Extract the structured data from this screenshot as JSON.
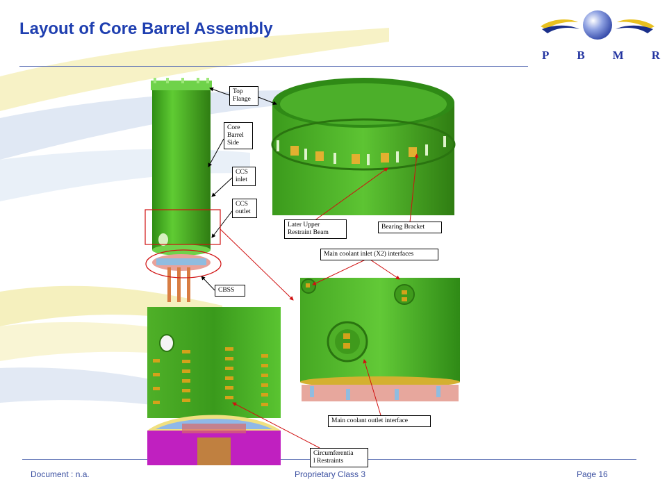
{
  "slide": {
    "title": "Layout of Core Barrel Assembly"
  },
  "logo": {
    "letters": [
      "P",
      "B",
      "M",
      "R"
    ],
    "colors": {
      "swoosh": "#e8c020",
      "sphere": "#6f86d6",
      "letters": "#2233a0"
    }
  },
  "callouts": {
    "top_flange": "Top\nFlange",
    "core_barrel_side": "Core\nBarrel\nSide",
    "ccs_inlet": "CCS\ninlet",
    "ccs_outlet": "CCS\noutlet",
    "later_upper_restraint_beam": "Later Upper\nRestraint Beam",
    "bearing_bracket": "Bearing Bracket",
    "main_coolant_inlet": "Main coolant inlet (X2) interfaces",
    "cbss": "CBSS",
    "main_coolant_outlet": "Main coolant outlet interface",
    "circumferential_restraints": "Circumferentia\nl Restraints"
  },
  "footer": {
    "document": "Document : n.a.",
    "classification": "Proprietary Class 3",
    "page": "Page 16"
  },
  "colors": {
    "title": "#1f3fb0",
    "barrel_green": "#3fa81e",
    "barrel_dark": "#2f7d12",
    "leader_red": "#d01010",
    "bracket_gold": "#d4a21a",
    "pink": "#e7a79d",
    "magenta": "#c020c0"
  }
}
